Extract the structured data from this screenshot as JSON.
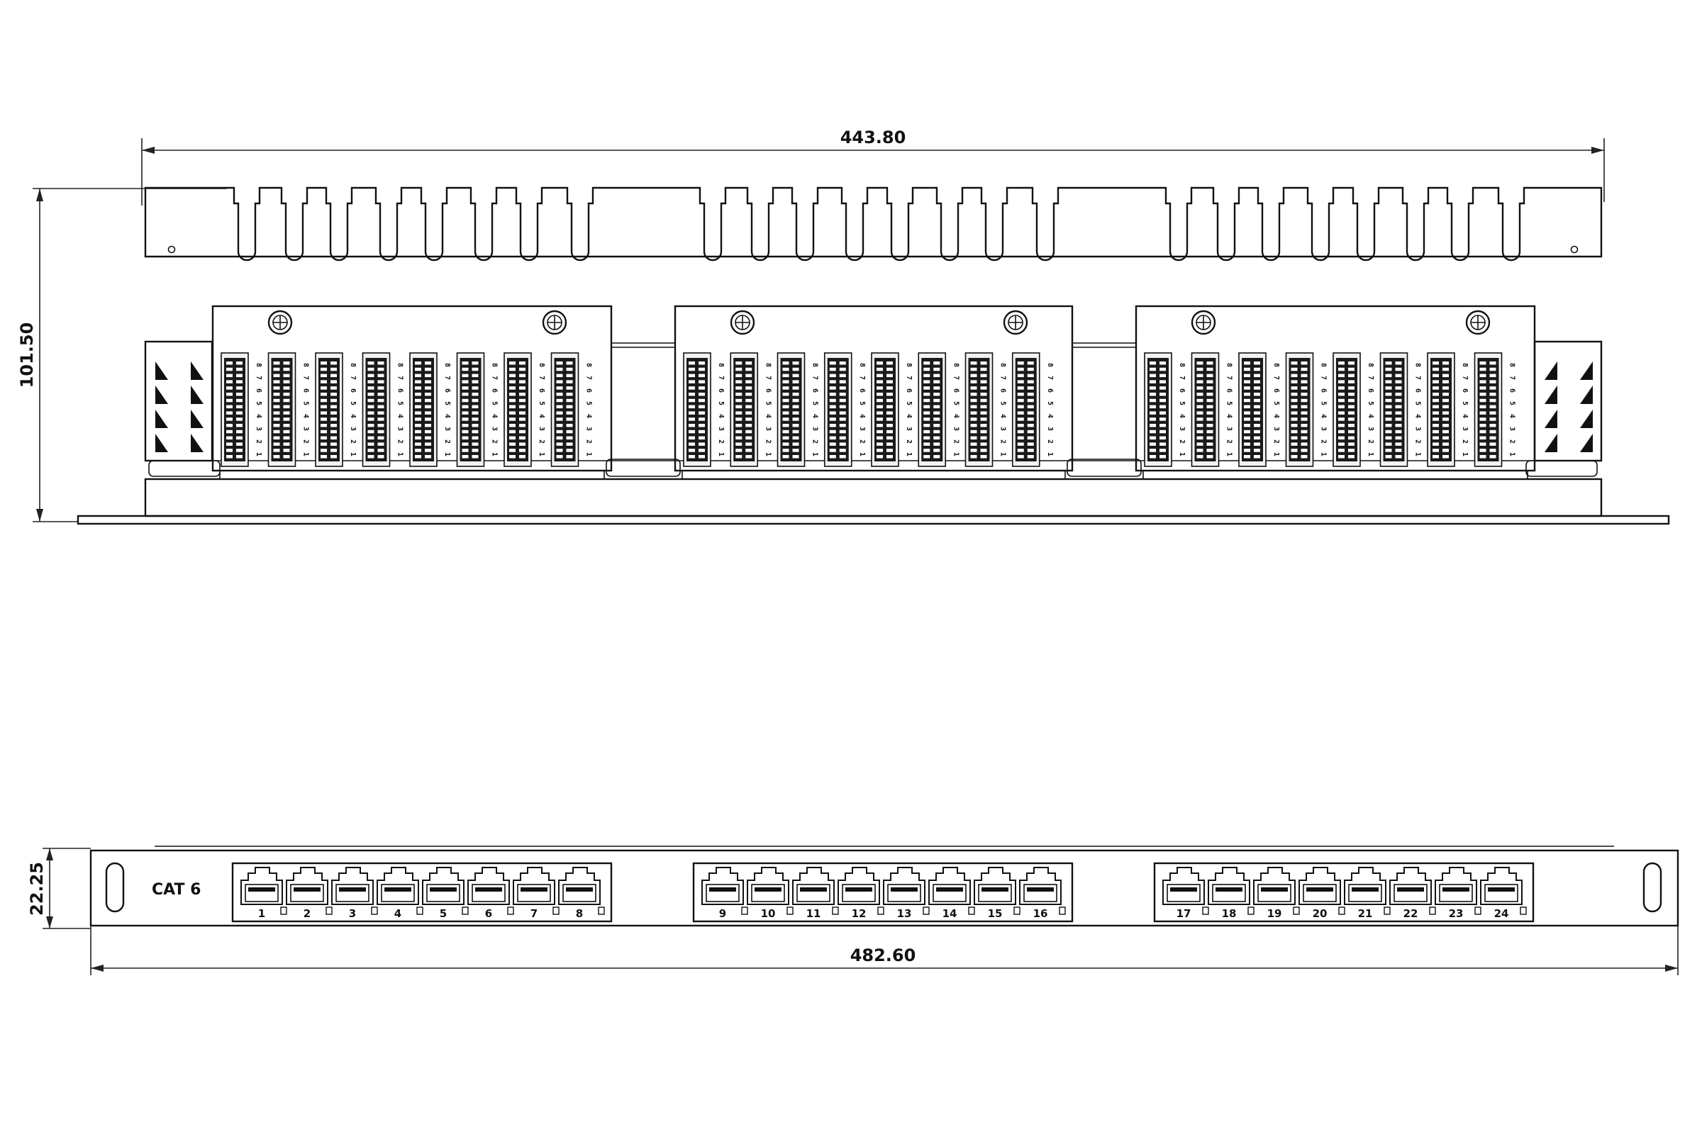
{
  "dimensions": {
    "top_width": "443.80",
    "top_height": "101.50",
    "front_width": "482.60",
    "front_height": "22.25"
  },
  "front_panel": {
    "label": "CAT 6"
  },
  "ports": [
    "1",
    "2",
    "3",
    "4",
    "5",
    "6",
    "7",
    "8",
    "9",
    "10",
    "11",
    "12",
    "13",
    "14",
    "15",
    "16",
    "17",
    "18",
    "19",
    "20",
    "21",
    "22",
    "23",
    "24"
  ],
  "idc_pin_labels": [
    "8",
    "7",
    "6",
    "5",
    "4",
    "3",
    "2",
    "1"
  ],
  "colors": {
    "line": "#111111",
    "background": "#ffffff"
  }
}
